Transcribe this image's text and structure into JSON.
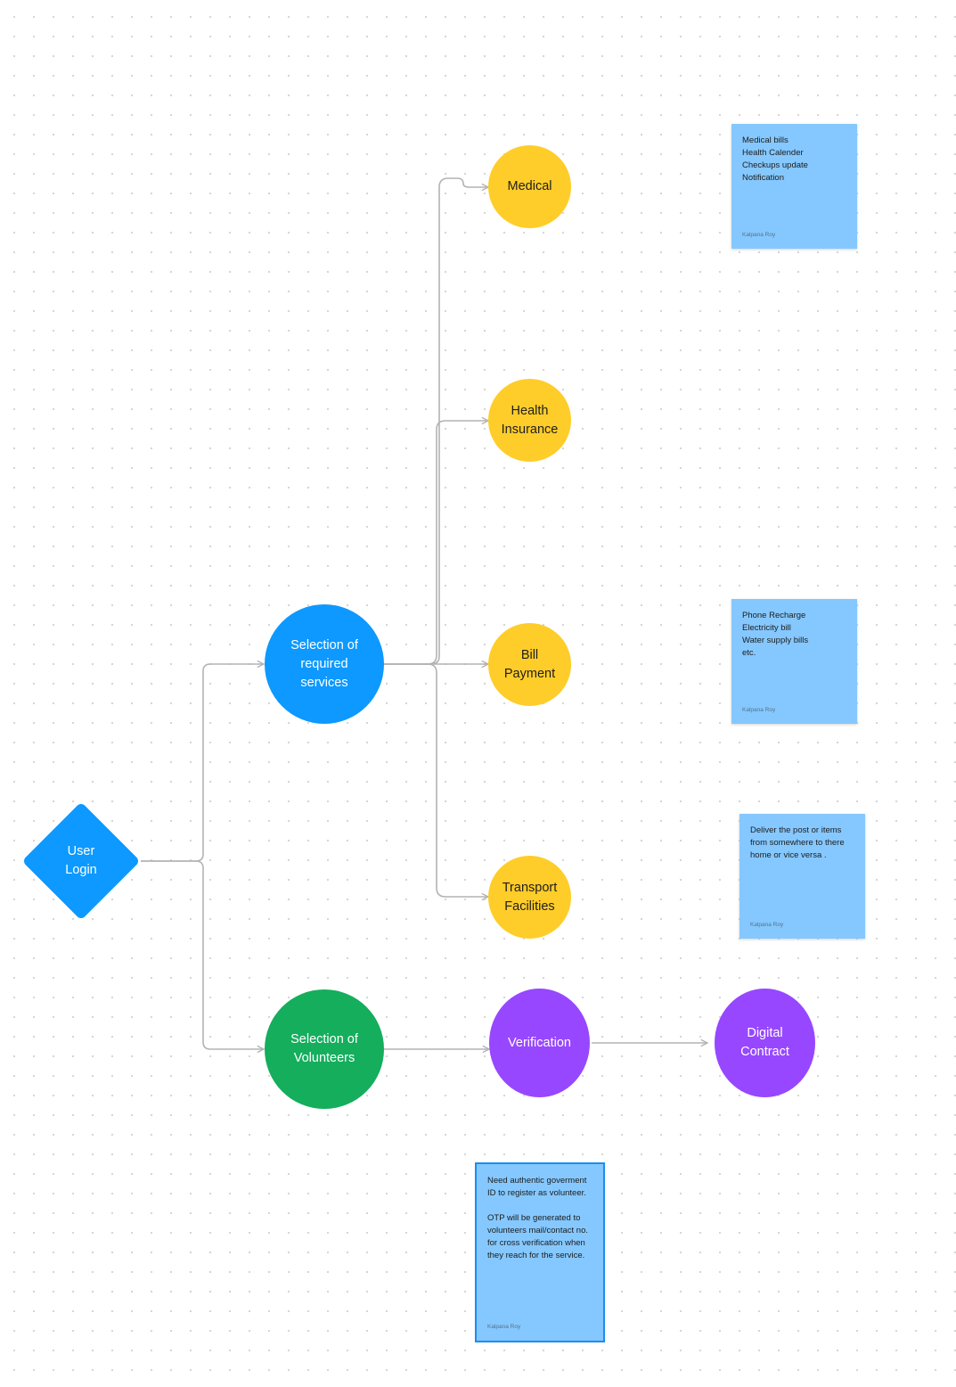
{
  "colors": {
    "canvas_bg": "#ffffff",
    "connector": "#b3b3b3",
    "blue_node": "#0d99ff",
    "yellow_node": "#ffcd29",
    "green_node": "#14ae5c",
    "purple_node": "#9747ff",
    "sticky_note": "#85c8ff",
    "sticky_selected_border": "#1a8ff0",
    "dark_text": "#1e1e1e",
    "light_text": "#ffffff"
  },
  "nodes": {
    "user_login": {
      "label": "User\nLogin",
      "shape": "diamond"
    },
    "selection_services": {
      "label": "Selection of\nrequired\nservices",
      "shape": "circle"
    },
    "selection_volunteers": {
      "label": "Selection of\nVolunteers",
      "shape": "circle"
    },
    "medical": {
      "label": "Medical",
      "shape": "circle"
    },
    "health_insurance": {
      "label": "Health\nInsurance",
      "shape": "circle"
    },
    "bill_payment": {
      "label": "Bill\nPayment",
      "shape": "circle"
    },
    "transport": {
      "label": "Transport\nFacilities",
      "shape": "circle"
    },
    "verification": {
      "label": "Verification",
      "shape": "circle"
    },
    "digital_contract": {
      "label": "Digital\nContract",
      "shape": "circle"
    }
  },
  "edges": [
    {
      "from": "user_login",
      "to": "selection_services"
    },
    {
      "from": "user_login",
      "to": "selection_volunteers"
    },
    {
      "from": "selection_services",
      "to": "medical"
    },
    {
      "from": "selection_services",
      "to": "health_insurance"
    },
    {
      "from": "selection_services",
      "to": "bill_payment"
    },
    {
      "from": "selection_services",
      "to": "transport"
    },
    {
      "from": "selection_volunteers",
      "to": "verification"
    },
    {
      "from": "verification",
      "to": "digital_contract"
    }
  ],
  "notes": {
    "medical": {
      "text": "Medical bills\nHealth Calender\nCheckups  update\nNotification",
      "author": "Kalpana Roy"
    },
    "bill": {
      "text": "Phone Recharge\nElectricity bill\nWater supply bills\netc.",
      "author": "Kalpana Roy"
    },
    "transport": {
      "text": "Deliver the post or items from somewhere to there home or vice versa .",
      "author": "Kalpana Roy"
    },
    "volunteer": {
      "text": "Need authentic goverment ID to register as volunteer.\n\nOTP will be generated to volunteers mail/contact no. for cross verification when they reach for the service.",
      "author": "Kalpana Roy"
    }
  }
}
